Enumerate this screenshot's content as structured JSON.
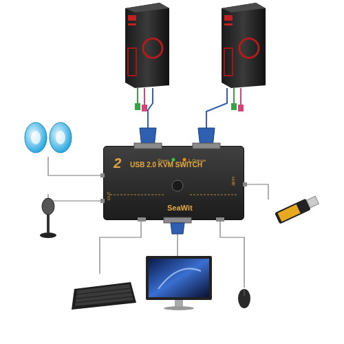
{
  "diagram": {
    "nodes": [
      {
        "text": [
          "2",
          "USB 2.0 KVM SWITCH",
          "Green",
          "2",
          "1",
          "Orange",
          "SeaWit",
          "HUB",
          "OUT"
        ]
      }
    ]
  }
}
